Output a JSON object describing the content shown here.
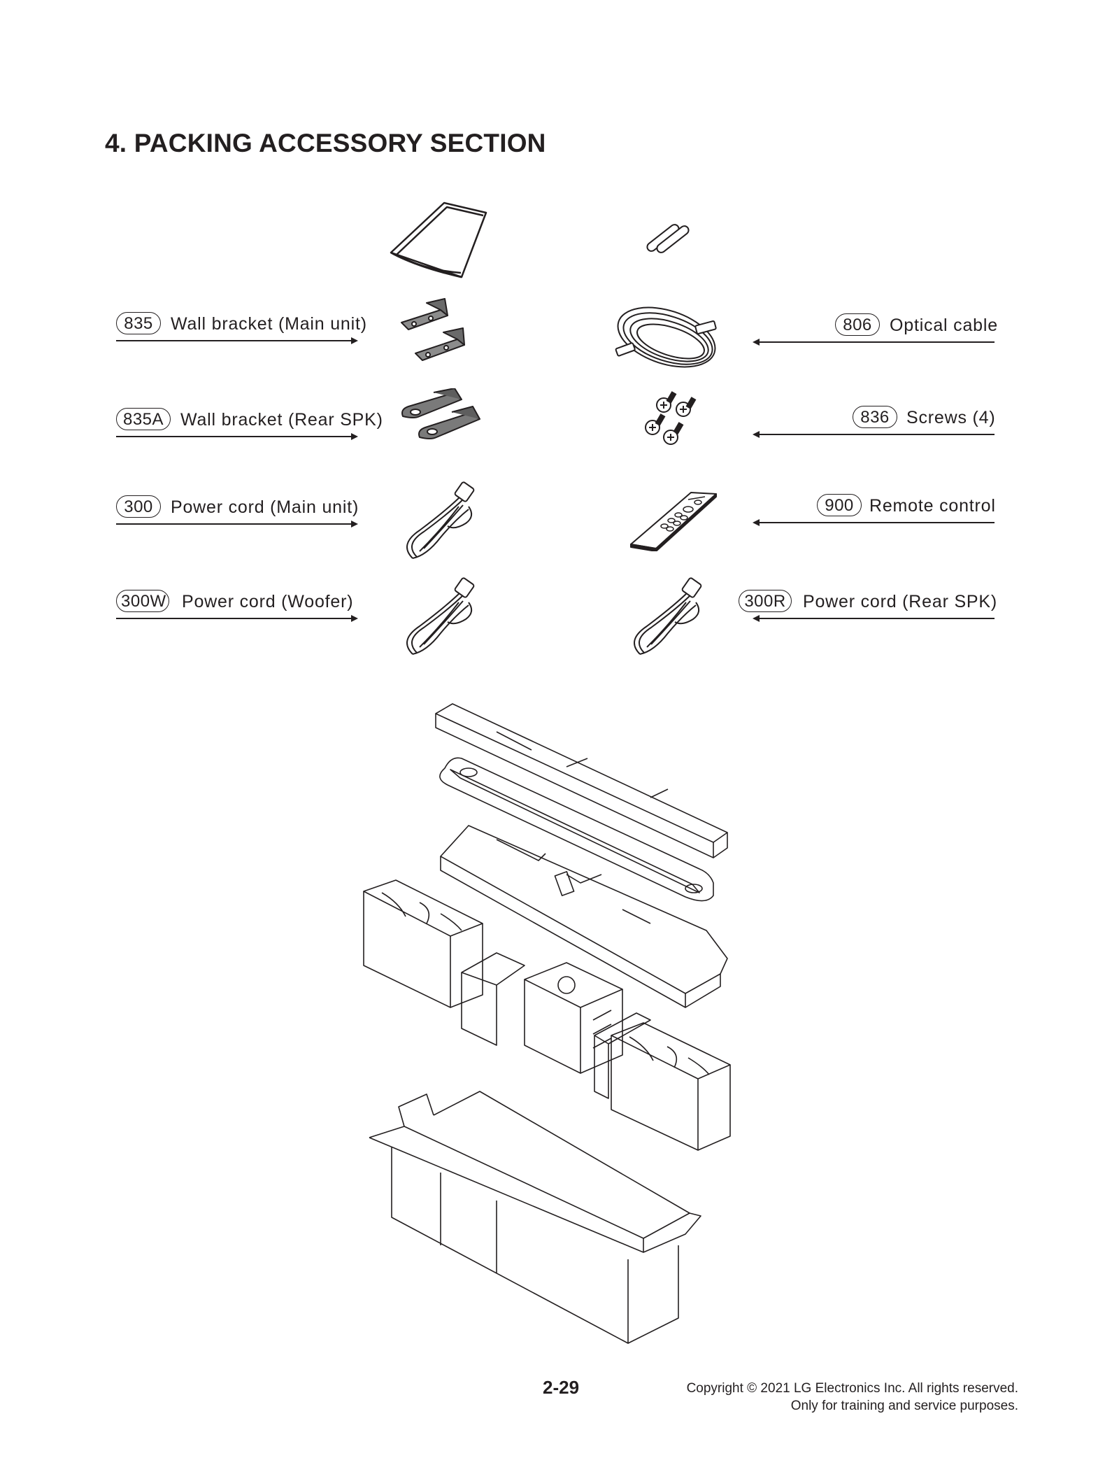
{
  "section": {
    "title": "4. PACKING ACCESSORY SECTION"
  },
  "callouts": {
    "c835": {
      "number": "835",
      "label": "Wall bracket (Main unit)"
    },
    "c835a": {
      "number": "835A",
      "label": "Wall bracket (Rear SPK)"
    },
    "c300": {
      "number": "300",
      "label": "Power cord (Main unit)"
    },
    "c300w": {
      "number": "300W",
      "label": "Power cord (Woofer)"
    },
    "c806": {
      "number": "806",
      "label": "Optical cable"
    },
    "c836": {
      "number": "836",
      "label": "Screws (4)"
    },
    "c900": {
      "number": "900",
      "label": "Remote control"
    },
    "c300r": {
      "number": "300R",
      "label": "Power cord (Rear SPK)"
    }
  },
  "footer": {
    "page_number": "2-29",
    "copyright_line1": "Copyright © 2021 LG Electronics Inc. All rights reserved.",
    "copyright_line2": "Only for training and service purposes."
  },
  "icons": {
    "manual": "manual-booklet-icon",
    "batteries": "batteries-icon",
    "wall_bracket_main": "wall-bracket-main-icon",
    "wall_bracket_rear": "wall-bracket-rear-icon",
    "optical_cable": "optical-cable-icon",
    "screws": "screws-icon",
    "remote": "remote-control-icon",
    "power_cord": "power-cord-icon",
    "packing": "packing-box-exploded-view"
  }
}
